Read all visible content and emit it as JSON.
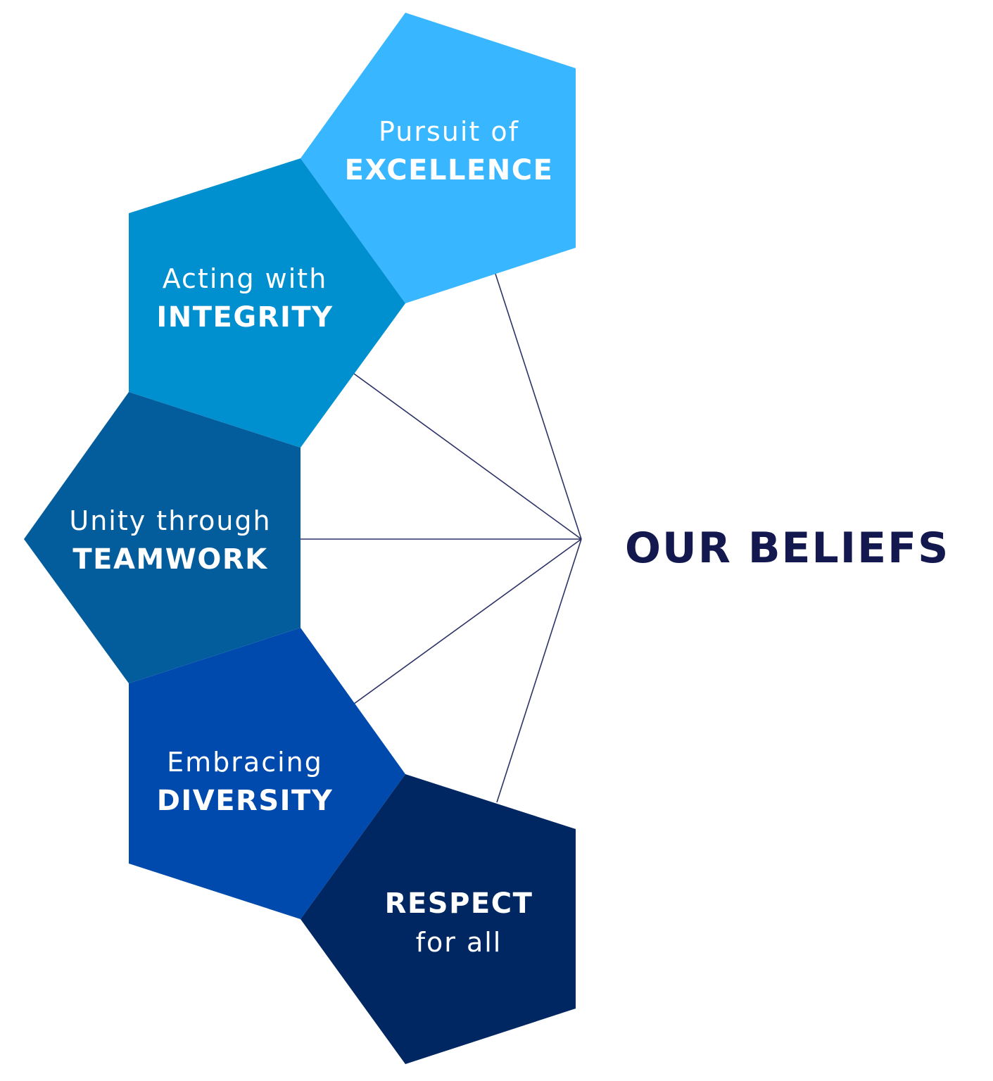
{
  "title": "OUR BELIEFS",
  "colors": {
    "excellence": "#38b6ff",
    "integrity": "#0090d0",
    "teamwork": "#035d9c",
    "diversity": "#004aad",
    "respect": "#002762",
    "title": "#13184f",
    "connector": "#2d3366"
  },
  "beliefs": [
    {
      "light": "Pursuit of",
      "bold": "EXCELLENCE"
    },
    {
      "light": "Acting with",
      "bold": "INTEGRITY"
    },
    {
      "light": "Unity through",
      "bold": "TEAMWORK"
    },
    {
      "light": "Embracing",
      "bold": "DIVERSITY"
    },
    {
      "bold": "RESPECT",
      "light": "for all"
    }
  ]
}
